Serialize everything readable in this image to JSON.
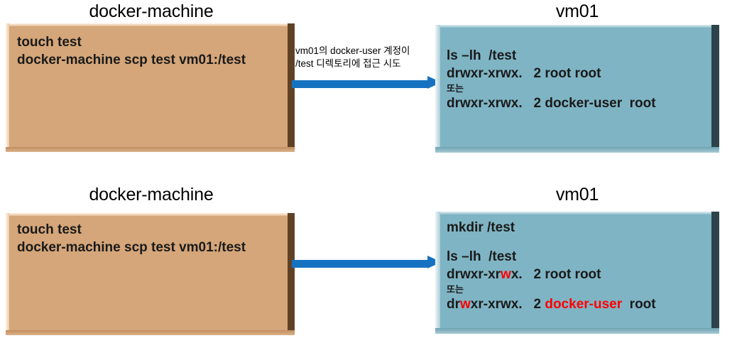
{
  "rows": [
    {
      "left_title": "docker-machine",
      "right_title": "vm01",
      "left_lines": "touch test\ndocker-machine scp test vm01:/test",
      "arrow_caption": "vm01의 docker-user 계정이\n/test 디렉토리에 접근 시도",
      "right_line_1": "ls –lh  /test",
      "right_line_2": "drwxr-xrwx.   2 root root",
      "right_line_or": "또는",
      "right_line_3": "drwxr-xrwx.   2 docker-user  root"
    },
    {
      "left_title": "docker-machine",
      "right_title": "vm01",
      "left_lines": "touch test\ndocker-machine scp test vm01:/test",
      "arrow_caption": "",
      "right_line_0": "mkdir /test",
      "right_line_1": "ls –lh  /test",
      "right_line_2_a": "drwxr-xr",
      "right_line_2_w": "w",
      "right_line_2_b": "x.   2 root root",
      "right_line_or": "또는",
      "right_line_3_a": "dr",
      "right_line_3_w": "w",
      "right_line_3_b": "xr-xrwx.   2 ",
      "right_line_3_user": "docker-user",
      "right_line_3_c": "  root"
    }
  ],
  "colors": {
    "tan_fill": "#d5a679",
    "teal_fill": "#7fb4c4",
    "arrow_blue": "#1572c0",
    "highlight_red": "#ff0000",
    "tan_edge_dark": "#5f4226",
    "teal_edge_dark": "#2c4349"
  }
}
